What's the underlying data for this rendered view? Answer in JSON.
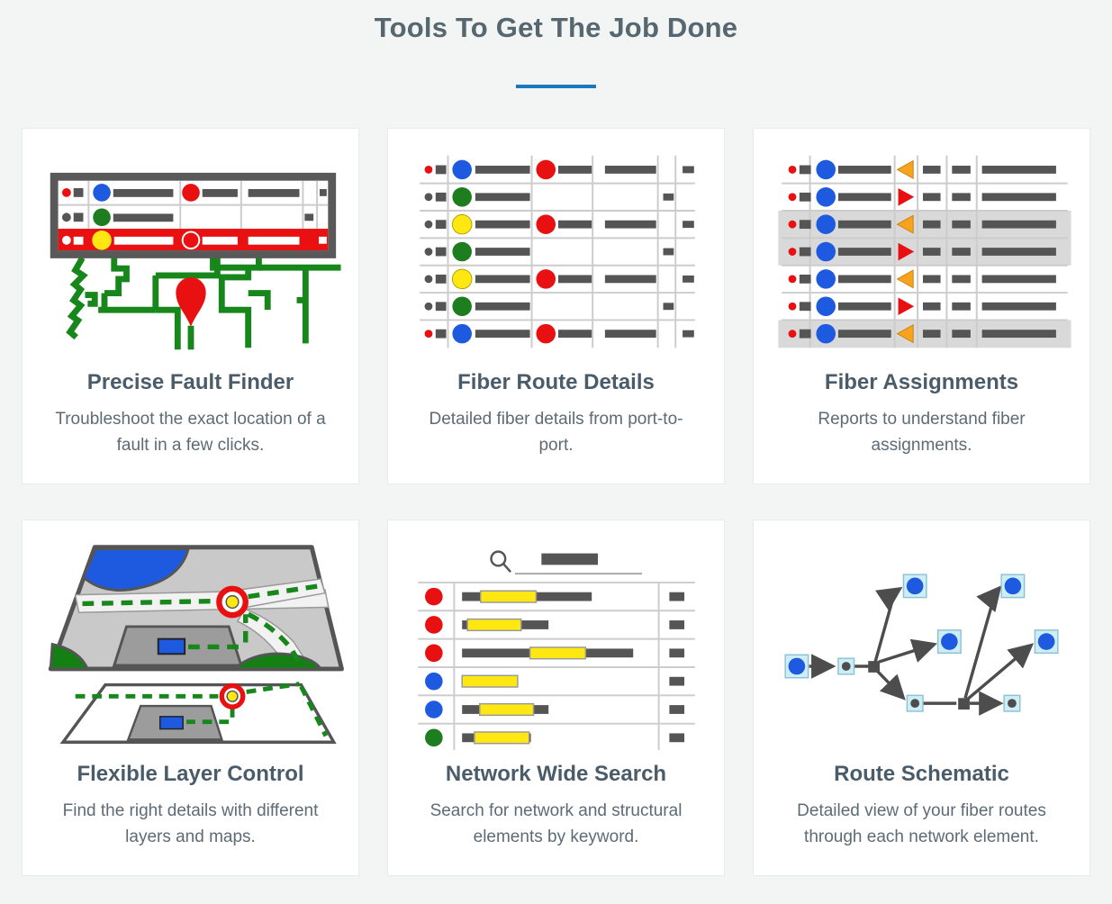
{
  "header": {
    "title": "Tools To Get The Job Done"
  },
  "cards": [
    {
      "title": "Precise Fault Finder",
      "description": "Troubleshoot the exact location of a fault in a few clicks.",
      "illustration": "fault-finder-table-and-map"
    },
    {
      "title": "Fiber Route Details",
      "description": "Detailed fiber details from port-to-port.",
      "illustration": "fiber-route-details-table"
    },
    {
      "title": "Fiber Assignments",
      "description": "Reports to understand fiber assignments.",
      "illustration": "fiber-assignments-table"
    },
    {
      "title": "Flexible Layer Control",
      "description": "Find the right details with different layers and maps.",
      "illustration": "stacked-map-layers"
    },
    {
      "title": "Network Wide Search",
      "description": "Search for network and structural elements by keyword.",
      "illustration": "search-results-table"
    },
    {
      "title": "Route Schematic",
      "description": "Detailed view of your fiber routes through each network element.",
      "illustration": "network-route-diagram"
    }
  ],
  "colors": {
    "accent_underline": "#1a78bd",
    "heading_text": "#56676f",
    "card_title_text": "#4a5c6a",
    "body_text": "#5d6b76",
    "status_red": "#e81010",
    "status_blue": "#1e5ae0",
    "status_green": "#1e7d1e",
    "status_yellow": "#ffe812",
    "status_orange": "#f6a41e",
    "bar_gray": "#555555",
    "map_green": "#17871b"
  }
}
